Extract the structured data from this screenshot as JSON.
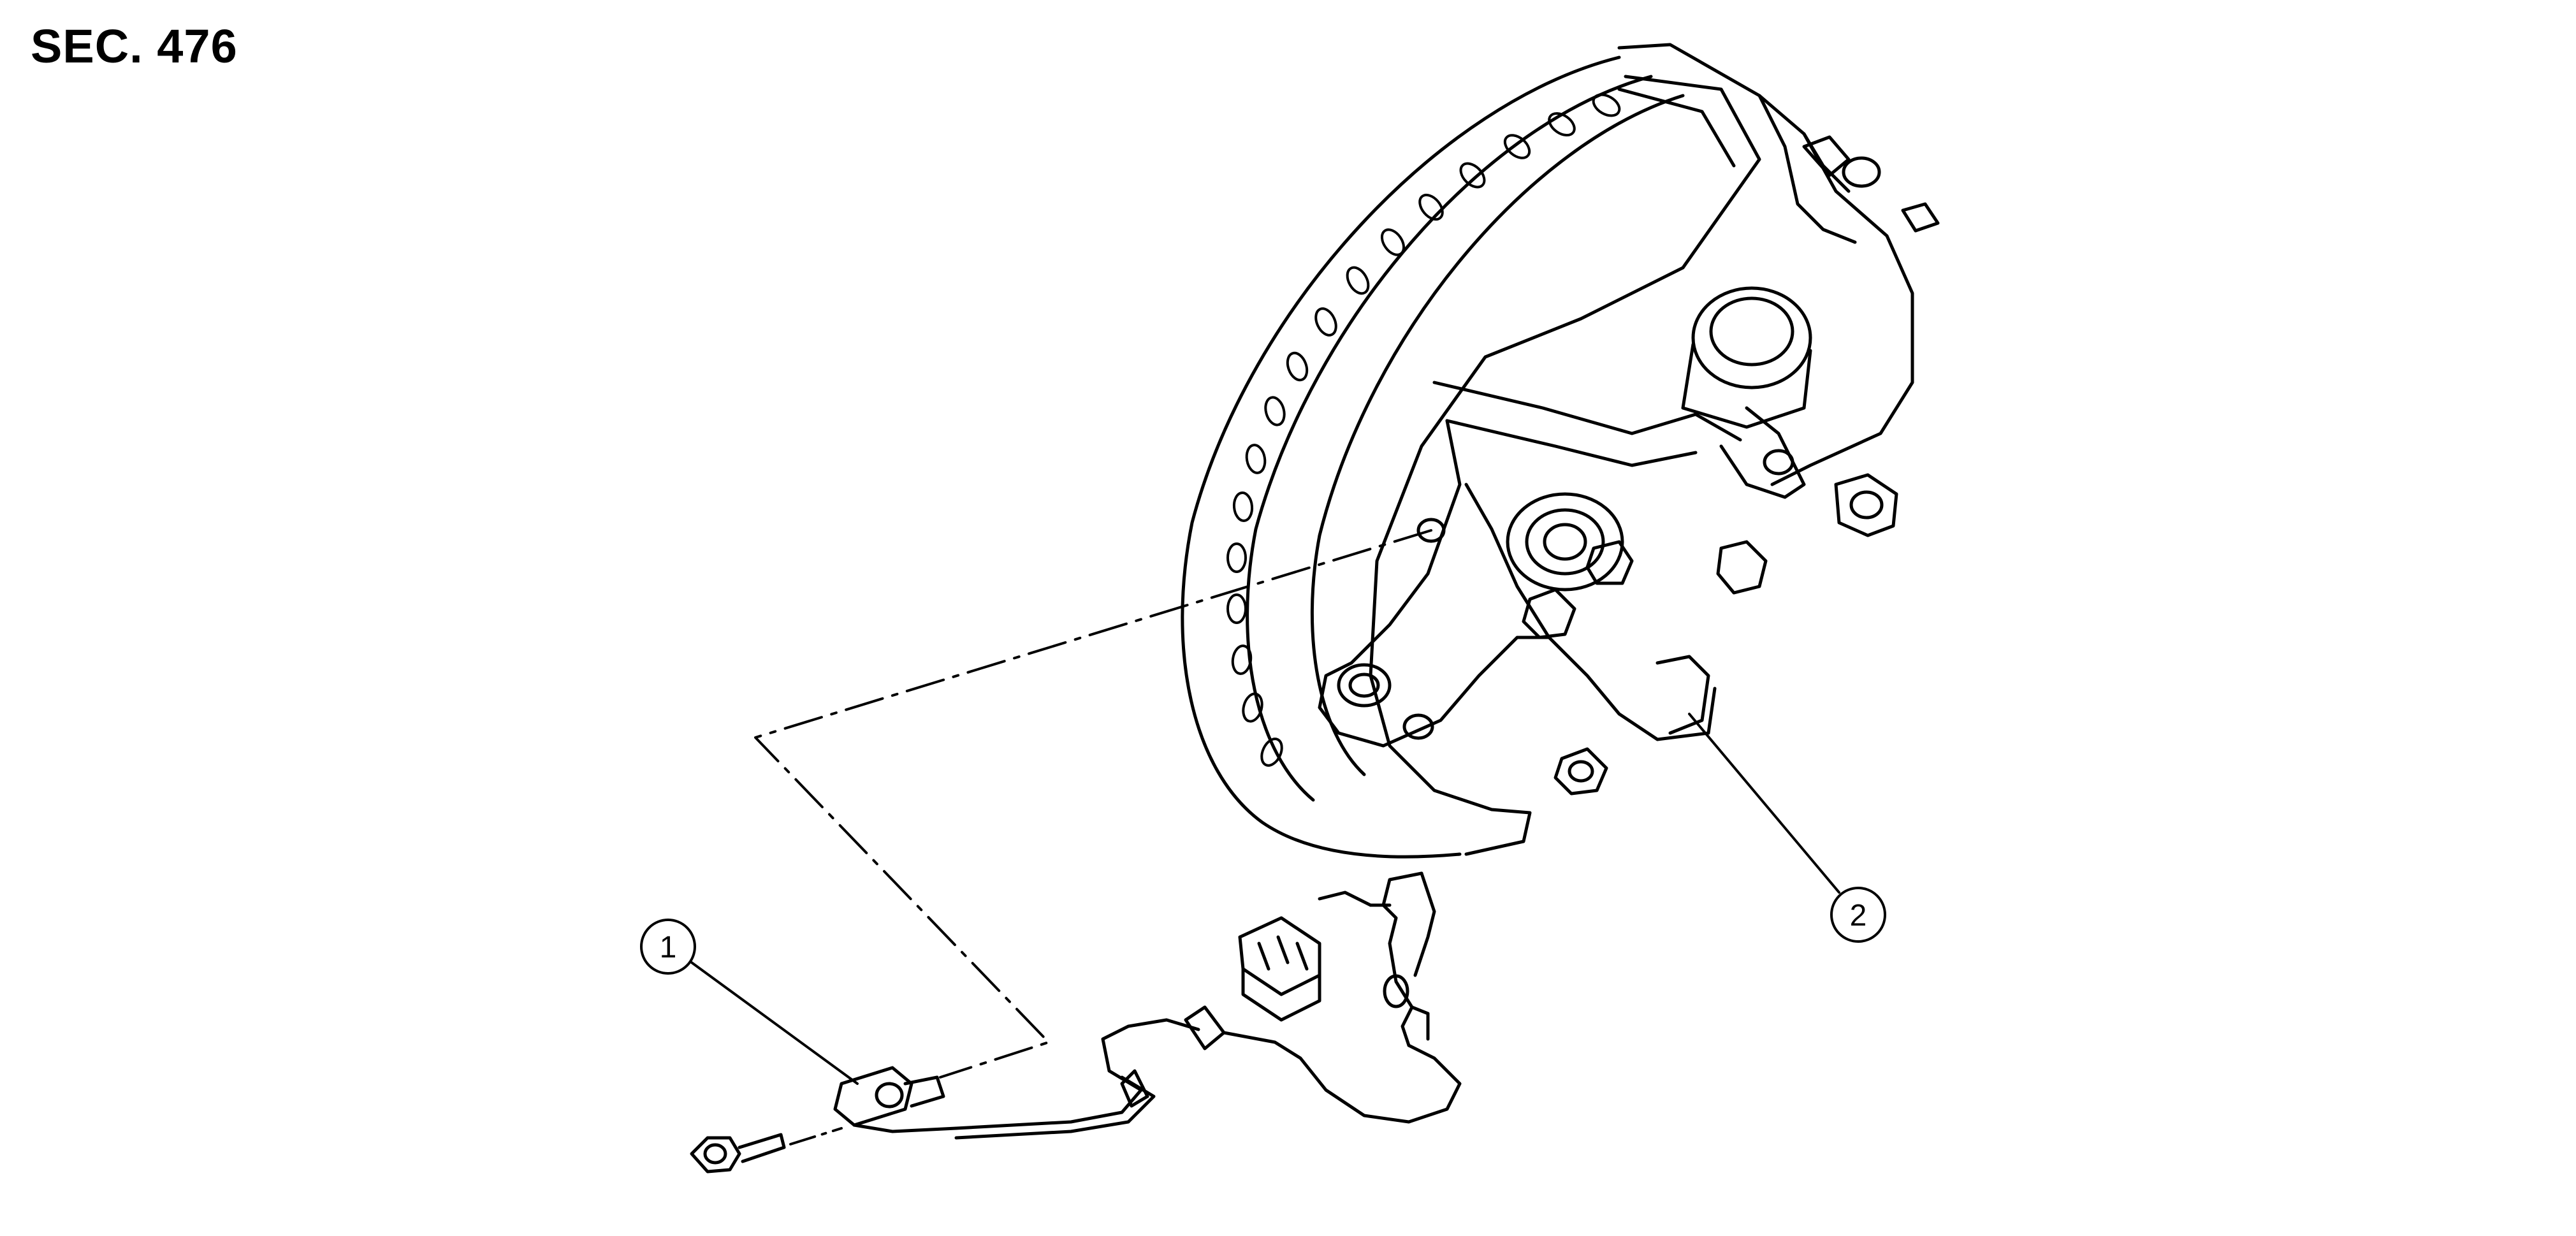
{
  "section_label": "SEC. 476",
  "callouts": [
    {
      "id": "callout-1",
      "number": "1"
    },
    {
      "id": "callout-2",
      "number": "2"
    }
  ],
  "colors": {
    "ink": "#000000",
    "background": "#ffffff"
  }
}
